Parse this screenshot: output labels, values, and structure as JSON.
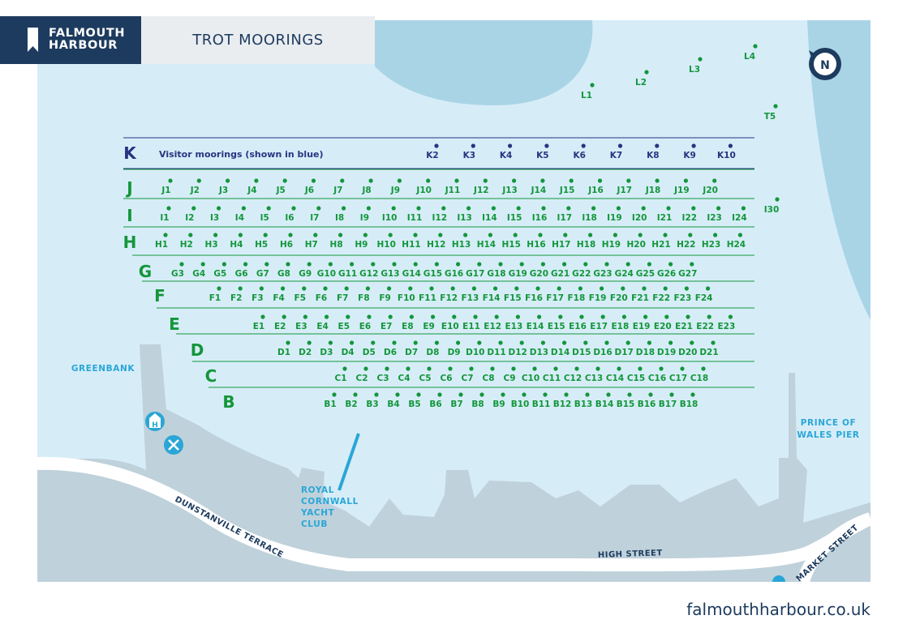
{
  "brand": {
    "line1": "FALMOUTH",
    "line2": "HARBOUR"
  },
  "title": "TROT MOORINGS",
  "website": "falmouthharbour.co.uk",
  "compass_label": "N",
  "visitor_note": "Visitor moorings (shown in blue)",
  "colors": {
    "water": "#d6edf8",
    "deep_water": "#a9d4e6",
    "land": "#bfd1db",
    "road": "#ffffff",
    "brand_navy": "#1d3b5e",
    "mooring_green": "#14963a",
    "visitor_blue": "#27347f",
    "place_label": "#2aa6d6"
  },
  "places": [
    {
      "name": "greenbank",
      "label": "GREENBANK"
    },
    {
      "name": "royal-cornwall-yacht-club",
      "lines": [
        "ROYAL",
        "CORNWALL",
        "YACHT",
        "CLUB"
      ]
    },
    {
      "name": "prince-of-wales-pier",
      "lines": [
        "PRINCE OF",
        "WALES PIER"
      ]
    }
  ],
  "streets": {
    "dunstanville": "DUNSTANVILLE TERRACE",
    "high_street": "HIGH STREET",
    "market_street": "MARKET STREET"
  },
  "icons": [
    "harbour-office-icon",
    "restaurant-icon",
    "compass-north-icon"
  ],
  "rows": [
    {
      "letter": "K",
      "visitor": true,
      "moorings": [
        "K2",
        "K3",
        "K4",
        "K5",
        "K6",
        "K7",
        "K8",
        "K9",
        "K10"
      ]
    },
    {
      "letter": "J",
      "moorings": [
        "J1",
        "J2",
        "J3",
        "J4",
        "J5",
        "J6",
        "J7",
        "J8",
        "J9",
        "J10",
        "J11",
        "J12",
        "J13",
        "J14",
        "J15",
        "J16",
        "J17",
        "J18",
        "J19",
        "J20"
      ]
    },
    {
      "letter": "I",
      "moorings": [
        "I1",
        "I2",
        "I3",
        "I4",
        "I5",
        "I6",
        "I7",
        "I8",
        "I9",
        "I10",
        "I11",
        "I12",
        "I13",
        "I14",
        "I15",
        "I16",
        "I17",
        "I18",
        "I19",
        "I20",
        "I21",
        "I22",
        "I23",
        "I24"
      ]
    },
    {
      "letter": "H",
      "moorings": [
        "H1",
        "H2",
        "H3",
        "H4",
        "H5",
        "H6",
        "H7",
        "H8",
        "H9",
        "H10",
        "H11",
        "H12",
        "H13",
        "H14",
        "H15",
        "H16",
        "H17",
        "H18",
        "H19",
        "H20",
        "H21",
        "H22",
        "H23",
        "H24"
      ]
    },
    {
      "letter": "G",
      "moorings": [
        "G3",
        "G4",
        "G5",
        "G6",
        "G7",
        "G8",
        "G9",
        "G10",
        "G11",
        "G12",
        "G13",
        "G14",
        "G15",
        "G16",
        "G17",
        "G18",
        "G19",
        "G20",
        "G21",
        "G22",
        "G23",
        "G24",
        "G25",
        "G26",
        "G27"
      ]
    },
    {
      "letter": "F",
      "moorings": [
        "F1",
        "F2",
        "F3",
        "F4",
        "F5",
        "F6",
        "F7",
        "F8",
        "F9",
        "F10",
        "F11",
        "F12",
        "F13",
        "F14",
        "F15",
        "F16",
        "F17",
        "F18",
        "F19",
        "F20",
        "F21",
        "F22",
        "F23",
        "F24"
      ]
    },
    {
      "letter": "E",
      "moorings": [
        "E1",
        "E2",
        "E3",
        "E4",
        "E5",
        "E6",
        "E7",
        "E8",
        "E9",
        "E10",
        "E11",
        "E12",
        "E13",
        "E14",
        "E15",
        "E16",
        "E17",
        "E18",
        "E19",
        "E20",
        "E21",
        "E22",
        "E23"
      ]
    },
    {
      "letter": "D",
      "moorings": [
        "D1",
        "D2",
        "D3",
        "D4",
        "D5",
        "D6",
        "D7",
        "D8",
        "D9",
        "D10",
        "D11",
        "D12",
        "D13",
        "D14",
        "D15",
        "D16",
        "D17",
        "D18",
        "D19",
        "D20",
        "D21"
      ]
    },
    {
      "letter": "C",
      "moorings": [
        "C1",
        "C2",
        "C3",
        "C4",
        "C5",
        "C6",
        "C7",
        "C8",
        "C9",
        "C10",
        "C11",
        "C12",
        "C13",
        "C14",
        "C15",
        "C16",
        "C17",
        "C18"
      ]
    },
    {
      "letter": "B",
      "moorings": [
        "B1",
        "B2",
        "B3",
        "B4",
        "B5",
        "B6",
        "B7",
        "B8",
        "B9",
        "B10",
        "B11",
        "B12",
        "B13",
        "B14",
        "B15",
        "B16",
        "B17",
        "B18"
      ]
    }
  ],
  "extra_moorings": [
    {
      "label": "L1"
    },
    {
      "label": "L2"
    },
    {
      "label": "L3"
    },
    {
      "label": "L4"
    },
    {
      "label": "T5"
    },
    {
      "label": "I30"
    }
  ]
}
